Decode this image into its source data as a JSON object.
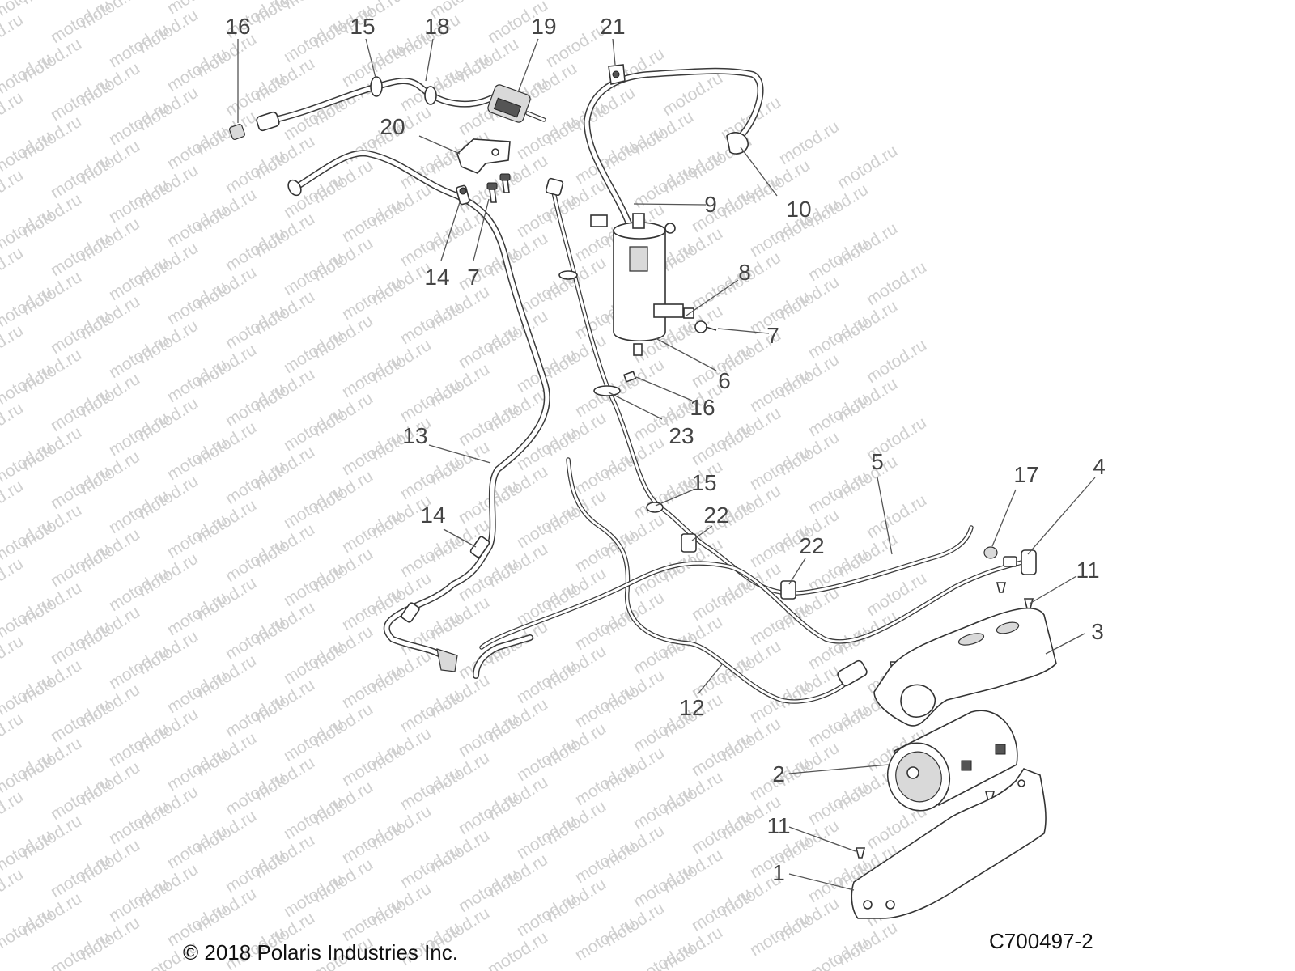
{
  "watermark": "motod.ru",
  "callouts": [
    {
      "id": "16a",
      "label": "16"
    },
    {
      "id": "15a",
      "label": "15"
    },
    {
      "id": "18",
      "label": "18"
    },
    {
      "id": "19",
      "label": "19"
    },
    {
      "id": "21",
      "label": "21"
    },
    {
      "id": "20",
      "label": "20"
    },
    {
      "id": "9",
      "label": "9"
    },
    {
      "id": "10",
      "label": "10"
    },
    {
      "id": "14a",
      "label": "14"
    },
    {
      "id": "7a",
      "label": "7"
    },
    {
      "id": "8",
      "label": "8"
    },
    {
      "id": "7b",
      "label": "7"
    },
    {
      "id": "6",
      "label": "6"
    },
    {
      "id": "16b",
      "label": "16"
    },
    {
      "id": "23",
      "label": "23"
    },
    {
      "id": "13",
      "label": "13"
    },
    {
      "id": "5",
      "label": "5"
    },
    {
      "id": "17",
      "label": "17"
    },
    {
      "id": "4",
      "label": "4"
    },
    {
      "id": "15b",
      "label": "15"
    },
    {
      "id": "22a",
      "label": "22"
    },
    {
      "id": "22b",
      "label": "22"
    },
    {
      "id": "14b",
      "label": "14"
    },
    {
      "id": "11a",
      "label": "11"
    },
    {
      "id": "3",
      "label": "3"
    },
    {
      "id": "12",
      "label": "12"
    },
    {
      "id": "2",
      "label": "2"
    },
    {
      "id": "11b",
      "label": "11"
    },
    {
      "id": "1",
      "label": "1"
    }
  ],
  "footer": {
    "copyright": "© 2018 Polaris Industries Inc.",
    "drawing_number": "C700497-2"
  }
}
